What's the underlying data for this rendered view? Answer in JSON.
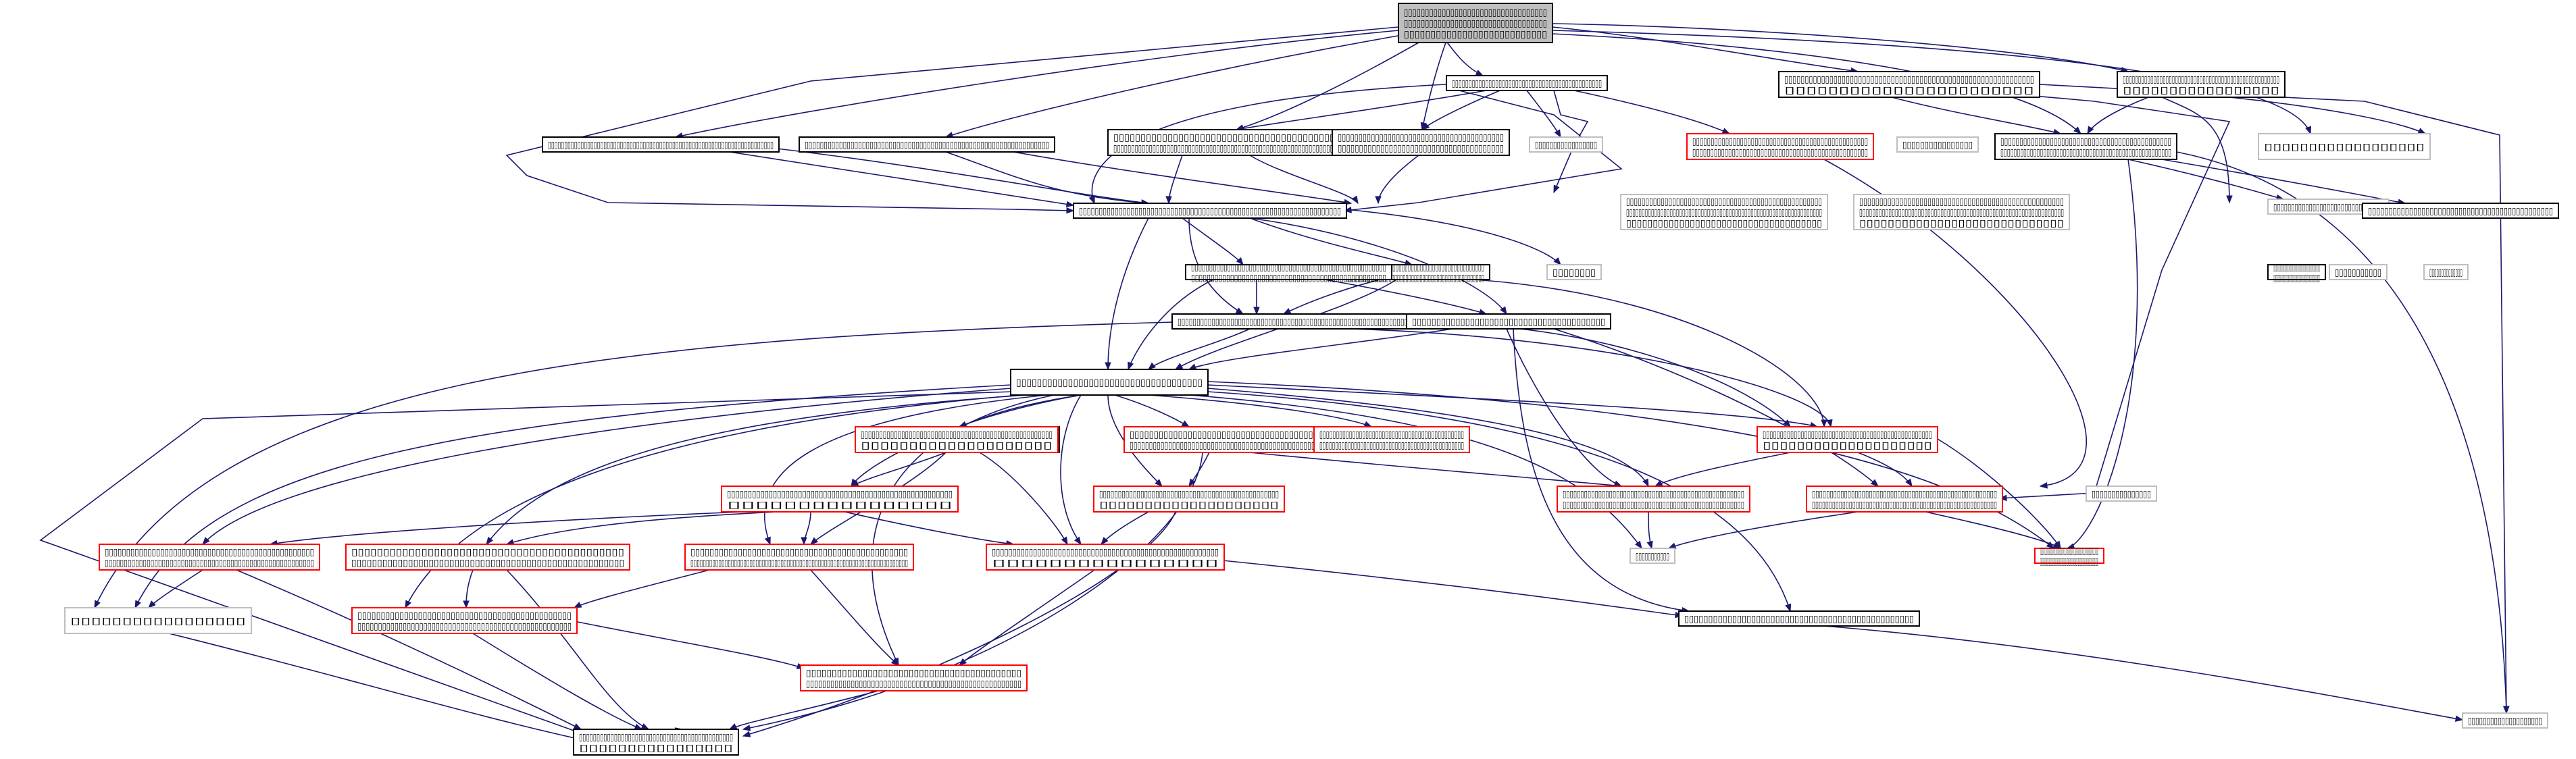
{
  "colors": {
    "edge": "#191970",
    "node_black": "#000000",
    "node_red": "#ff0000",
    "node_gray": "#bfbfbf",
    "root_fill": "#bfbfbf"
  },
  "nodes": {
    "n0": {
      "style": "root",
      "lines": [
        "▯▯▯▯▯▯▯▯▯▯▯▯▯▯▯▯▯▯▯▯▯▯▯▯▯▯▯▯▯▯▯▯▯▯",
        "▯▯▯▯▯▯▯▯▯▯▯▯▯▯▯▯▯▯▯▯▯▯▯▯▯▯▯▯▯▯▯▯▯▯",
        "▯▯▯▯▯▯▯▯▯▯▯▯▯▯▯▯▯▯▯▯▯▯▯▯▯▯▯"
      ]
    },
    "n1": {
      "style": "black",
      "lines": [
        "▯▯▯▯▯▯▯▯▯▯▯▯▯▯▯▯▯▯▯▯▯▯▯▯▯▯▯▯▯▯▯▯▯▯▯▯▯▯▯▯▯▯▯▯▯"
      ]
    },
    "n2": {
      "style": "black",
      "lines": [
        "▯▯▯▯▯▯▯▯▯▯▯▯▯▯▯▯▯▯▯▯▯▯▯▯▯▯▯▯▯▯▯▯▯▯▯▯▯▯▯▯▯▯▯▯▯▯▯▯▯▯▯▯▯▯▯▯▯▯▯▯▯▯▯▯▯▯▯▯▯"
      ]
    },
    "n3": {
      "style": "black",
      "lines": [
        "▯▯▯▯▯▯▯▯▯▯▯▯▯▯▯▯▯▯▯▯▯▯▯▯▯▯▯▯▯▯▯▯▯▯▯▯▯▯▯▯▯▯▯▯▯▯▯▯▯▯▯▯▯▯▯▯▯▯▯▯▯▯▯▯"
      ]
    },
    "n4": {
      "style": "black",
      "lines": [
        "▯▯▯▯▯▯▯▯▯▯▯▯▯▯▯▯▯▯▯▯▯▯▯▯▯▯▯▯▯▯▯▯▯▯▯▯▯▯▯▯▯▯▯▯",
        "▯▯▯▯▯▯▯▯▯▯▯▯▯▯▯▯▯▯▯▯▯▯▯▯▯▯▯▯▯▯▯▯▯▯▯▯▯▯▯▯▯▯▯▯▯▯▯▯▯▯▯▯▯▯▯▯▯▯▯▯▯▯▯▯▯▯▯"
      ]
    },
    "n5": {
      "style": "black",
      "lines": [
        "▯▯▯▯▯▯▯▯▯▯▯▯▯▯▯▯▯▯▯▯▯▯▯▯▯▯▯▯▯▯▯▯▯▯▯▯▯▯▯▯",
        "▯▯▯▯▯▯▯▯▯▯▯▯▯▯▯▯▯▯▯▯▯▯▯▯▯▯▯▯▯▯▯▯▯▯▯▯▯▯▯"
      ]
    },
    "n6": {
      "style": "gray",
      "lines": [
        "▯▯▯▯▯▯▯▯▯▯▯▯▯▯▯▯▯"
      ]
    },
    "n7": {
      "style": "black",
      "lines": [
        "▯▯▯▯▯▯▯▯▯▯▯▯▯▯▯▯▯▯▯▯▯▯▯▯▯▯▯▯▯▯▯▯▯▯▯▯▯▯▯▯▯▯▯▯▯▯▯▯▯▯▯▯▯▯▯▯▯▯▯▯▯",
        "▯▯▯▯▯▯▯▯▯▯▯▯▯▯▯▯▯▯▯▯▯▯▯"
      ]
    },
    "n8": {
      "style": "black",
      "lines": [
        "▯▯▯▯▯▯▯▯▯▯▯▯▯▯▯▯▯▯▯▯▯▯▯▯▯▯▯▯▯▯▯▯▯▯▯▯▯▯▯▯▯▯▯▯▯▯▯▯▯▯▯",
        "▯▯▯▯▯▯▯▯▯▯▯▯▯▯▯▯▯"
      ]
    },
    "n9": {
      "style": "gray",
      "lines": [
        "▯▯▯▯▯▯▯▯▯▯▯▯▯▯▯▯"
      ]
    },
    "n10": {
      "style": "red",
      "lines": [
        "▯▯▯▯▯▯▯▯▯▯▯▯▯▯▯▯▯▯▯▯▯▯▯▯▯▯▯▯▯▯▯▯▯▯▯▯▯▯▯▯▯▯▯▯▯▯▯▯",
        "▯▯▯▯▯▯▯▯▯▯▯▯▯▯▯▯▯▯▯▯▯▯▯▯▯▯▯▯▯▯▯▯▯▯▯▯▯▯▯▯▯▯▯▯▯▯▯▯▯"
      ]
    },
    "n11": {
      "style": "gray",
      "lines": [
        "▯▯▯▯▯▯▯▯▯▯▯▯▯▯▯▯▯▯"
      ]
    },
    "n12": {
      "style": "black",
      "lines": [
        "▯▯▯▯▯▯▯▯▯▯▯▯▯▯▯▯▯▯▯▯▯▯▯▯▯▯▯▯▯▯▯▯▯▯▯▯▯▯▯▯▯▯▯▯▯",
        "▯▯▯▯▯▯▯▯▯▯▯▯▯▯▯▯▯▯▯▯▯▯▯▯▯▯▯▯▯▯▯▯▯▯▯▯▯▯▯▯▯▯▯▯▯▯▯▯▯▯▯▯"
      ]
    },
    "n13": {
      "style": "black",
      "lines": [
        "▯▯▯▯▯▯▯▯▯▯▯▯▯▯▯▯▯▯▯▯▯▯▯▯▯▯▯▯▯▯▯▯▯▯▯▯▯▯▯▯▯▯▯▯▯",
        "▯▯▯▯▯▯▯▯▯▯▯▯▯▯▯▯▯▯▯▯▯▯▯▯▯▯▯▯▯▯▯▯▯▯▯▯▯▯▯▯▯▯▯▯▯▯▯▯▯"
      ]
    },
    "n14": {
      "style": "black",
      "lines": [
        "▯▯▯▯▯▯▯▯▯▯▯▯▯▯▯▯▯▯▯▯▯▯▯▯▯▯▯▯▯▯▯▯▯▯▯▯▯▯▯▯▯▯▯▯▯▯▯▯▯▯▯▯▯▯",
        "▯▯▯▯▯▯▯▯▯▯▯▯▯▯▯▯▯▯▯▯▯▯▯▯▯▯▯▯▯▯▯▯▯▯▯▯▯▯▯▯▯▯▯▯▯▯▯▯▯▯"
      ]
    },
    "n15": {
      "style": "black",
      "lines": [
        "▯▯▯▯▯▯▯▯▯▯▯▯▯▯▯▯▯▯▯▯▯▯▯▯▯▯▯▯▯▯▯▯▯▯▯▯▯▯▯▯▯▯▯▯▯▯▯▯▯▯▯▯▯▯▯▯▯▯▯▯▯▯▯▯▯▯"
      ]
    },
    "n16": {
      "style": "gray",
      "lines": [
        "▯▯▯▯▯▯▯▯▯▯▯▯▯▯▯▯▯▯▯▯▯▯▯▯▯▯▯▯▯▯▯▯▯▯▯▯▯▯▯▯▯▯▯▯▯▯▯▯▯▯▯",
        "▯▯▯▯▯▯▯▯▯▯▯▯▯▯▯▯▯▯▯▯▯▯▯▯▯▯▯▯▯▯▯▯▯▯▯▯▯▯▯▯▯▯▯▯▯▯▯▯▯▯▯▯▯▯▯▯▯▯▯▯▯▯▯",
        "▯▯▯▯▯▯▯▯▯▯▯▯▯▯▯▯▯▯▯▯▯▯▯▯▯▯▯▯▯▯▯▯▯▯▯▯▯"
      ]
    },
    "n17": {
      "style": "gray",
      "lines": [
        "▯▯▯▯▯▯▯▯▯▯▯▯▯▯▯▯▯▯▯▯▯▯▯▯▯▯▯▯▯▯▯▯▯▯▯▯▯▯▯▯▯▯▯▯▯▯▯▯▯▯▯",
        "▯▯▯▯▯▯▯▯▯▯▯▯▯▯▯▯▯▯▯▯▯▯▯▯▯▯▯▯▯▯▯▯▯▯▯▯▯▯▯▯▯▯▯▯▯▯▯▯▯▯▯▯▯▯▯▯▯▯▯▯▯▯▯",
        "▯▯▯▯▯▯▯▯▯▯▯▯▯▯▯▯▯▯▯▯▯▯▯▯▯▯▯▯▯"
      ]
    },
    "n18": {
      "style": "gray",
      "lines": [
        "▯▯▯▯▯▯▯▯▯▯▯▯▯▯▯▯▯▯▯▯▯▯▯▯▯▯▯▯▯▯▯"
      ]
    },
    "n19": {
      "style": "black",
      "lines": [
        "▯▯▯▯▯▯▯▯▯▯▯▯▯▯▯▯▯▯▯▯▯▯▯▯▯▯▯▯▯▯▯▯▯▯▯▯▯▯▯▯▯▯▯▯▯"
      ]
    },
    "n20": {
      "style": "black",
      "lines": [
        "▯▯▯▯▯▯▯▯▯▯▯▯▯▯▯▯▯▯▯▯▯▯▯▯▯▯▯▯▯▯▯▯▯▯▯▯▯▯▯▯▯▯▯▯▯▯▯▯▯▯▯▯▯▯▯▯▯▯▯▯▯▯▯▯▯▯"
      ]
    },
    "n21": {
      "style": "black",
      "lines": [
        "▯▯▯▯▯▯▯▯▯▯▯▯▯▯▯▯▯▯▯▯▯▯▯▯▯▯▯▯▯▯▯▯▯▯▯▯▯▯▯▯"
      ]
    },
    "n22": {
      "style": "black",
      "lines": [
        "▯▯▯▯▯▯▯▯▯▯▯▯▯▯▯▯▯▯▯▯▯▯▯▯▯▯▯▯▯▯▯▯▯▯▯▯"
      ]
    },
    "n23": {
      "style": "gray",
      "lines": [
        "▯▯▯▯▯▯▯▯"
      ]
    },
    "n24": {
      "style": "black",
      "lines": [
        "▯▯▯▯▯▯▯▯▯▯▯▯▯▯▯▯▯▯▯▯▯▯▯▯▯▯▯▯▯▯▯▯▯▯▯▯▯▯▯▯▯▯▯▯▯▯▯▯▯▯▯▯▯▯▯▯▯▯▯"
      ]
    },
    "n25": {
      "style": "black",
      "lines": [
        "▯▯▯▯▯▯▯▯▯▯▯▯▯▯▯▯▯▯▯▯▯▯▯▯▯▯▯▯▯▯▯▯▯▯▯▯▯▯▯▯▯▯▯▯▯▯▯▯▯▯▯▯▯▯▯"
      ]
    },
    "n26": {
      "style": "black",
      "lines": [
        "▯▯▯▯▯▯▯▯▯▯▯▯▯▯▯▯▯▯▯▯▯▯▯▯▯▯▯▯▯▯▯▯▯▯▯▯▯▯▯▯▯▯▯▯▯▯▯▯▯▯▯▯▯",
        "▯▯▯▯▯▯▯▯▯▯▯▯▯▯▯▯▯▯▯▯▯▯▯▯▯▯▯▯▯▯▯▯▯▯▯▯▯▯▯▯"
      ]
    },
    "n27": {
      "style": "red",
      "lines": [
        "▯▯▯▯▯▯▯▯▯▯▯▯▯▯▯▯▯▯▯▯▯▯▯▯▯▯▯▯▯▯▯▯▯▯▯▯▯▯▯▯▯▯▯▯▯▯▯▯▯▯▯▯",
        "▯▯▯▯▯▯▯▯▯▯▯▯▯▯▯▯▯▯▯▯"
      ]
    },
    "n28": {
      "style": "red",
      "lines": [
        "▯▯▯▯▯▯▯▯▯▯▯▯▯▯▯▯▯▯▯▯▯▯▯▯▯▯▯▯▯▯▯▯▯▯▯▯▯▯▯▯",
        "▯▯▯▯▯▯▯▯▯▯▯▯▯▯▯▯▯▯▯▯▯▯▯▯▯▯▯▯▯▯▯▯▯▯▯▯▯▯▯▯▯▯▯▯▯▯▯▯▯▯"
      ]
    },
    "n29": {
      "style": "red",
      "lines": [
        "▯▯▯▯▯▯▯▯▯▯▯▯▯▯▯▯▯▯▯▯▯▯▯▯▯▯▯▯▯▯▯▯▯▯▯▯▯▯▯▯▯▯▯▯",
        "▯▯▯▯▯▯▯▯▯▯▯▯▯▯▯▯▯▯▯▯▯▯▯▯▯▯▯▯▯▯▯▯▯▯▯▯▯▯▯▯▯▯▯▯▯▯"
      ]
    },
    "n30": {
      "style": "red",
      "lines": [
        "▯▯▯▯▯▯▯▯▯▯▯▯▯▯▯▯▯▯▯▯▯▯▯▯▯▯▯▯▯▯▯▯▯▯▯▯▯▯▯▯▯▯▯▯▯▯▯▯▯",
        "▯▯▯▯▯▯▯▯▯▯▯▯▯▯▯▯▯▯▯▯"
      ]
    },
    "n31": {
      "style": "red",
      "lines": [
        "▯▯▯▯▯▯▯▯▯▯▯▯▯▯▯▯▯▯▯▯▯▯▯▯▯▯▯▯▯▯▯▯▯▯▯▯▯▯▯▯▯▯▯▯▯▯▯▯▯▯▯▯▯▯",
        "▯▯▯▯▯▯▯▯▯▯▯▯▯▯▯▯"
      ]
    },
    "n32": {
      "style": "red",
      "lines": [
        "▯▯▯▯▯▯▯▯▯▯▯▯▯▯▯▯▯▯▯▯▯▯▯▯▯▯▯▯▯▯▯▯▯▯▯▯▯▯▯▯▯▯▯▯▯▯▯▯",
        "▯▯▯▯▯▯▯▯▯▯▯▯▯▯▯▯▯▯▯▯"
      ]
    },
    "n33": {
      "style": "red",
      "lines": [
        "▯▯▯▯▯▯▯▯▯▯▯▯▯▯▯▯▯▯▯▯▯▯▯▯▯▯▯▯▯▯▯▯▯▯▯▯▯▯▯▯▯▯▯▯▯▯▯▯▯▯▯",
        "▯▯▯▯▯▯▯▯▯▯▯▯▯▯▯▯▯▯▯▯▯▯▯▯▯▯▯▯▯▯▯▯▯▯▯▯▯▯▯▯▯▯▯▯▯▯▯▯▯▯▯"
      ]
    },
    "n34": {
      "style": "red",
      "lines": [
        "▯▯▯▯▯▯▯▯▯▯▯▯▯▯▯▯▯▯▯▯▯▯▯▯▯▯▯▯▯▯▯▯▯▯▯▯▯▯▯▯▯▯▯▯▯▯▯▯▯▯▯▯",
        "▯▯▯▯▯▯▯▯▯▯▯▯▯▯▯▯▯▯▯▯▯▯▯▯▯▯▯▯▯▯▯▯▯▯▯▯▯▯▯▯▯▯▯▯▯▯▯▯▯▯▯▯▯▯▯"
      ]
    },
    "n35": {
      "style": "gray",
      "lines": [
        "▯▯▯▯▯▯▯▯▯▯▯▯▯▯▯"
      ]
    },
    "n36": {
      "style": "gray",
      "lines": [
        "▯▯▯▯▯▯▯▯▯▯▯"
      ]
    },
    "n37": {
      "style": "gray",
      "lines": [
        "▯▯▯▯▯▯▯▯▯▯▯▯▯▯"
      ]
    },
    "n38": {
      "style": "gray",
      "lines": [
        "▯▯▯▯▯▯▯▯▯▯▯▯▯▯▯▯▯▯▯▯"
      ]
    },
    "n39": {
      "style": "red",
      "lines": [
        "▯▯▯▯▯▯▯▯▯▯▯▯▯▯▯▯▯▯▯▯▯▯▯▯▯▯▯▯▯▯▯▯▯▯▯▯▯▯▯▯▯▯▯▯▯▯▯▯▯",
        "▯▯▯▯▯▯▯▯▯▯▯▯▯▯▯▯▯▯▯▯▯▯▯▯▯▯▯▯▯▯▯▯▯▯▯▯▯▯▯▯▯▯▯▯▯▯▯▯▯▯▯▯▯▯▯"
      ]
    },
    "n40": {
      "style": "red",
      "lines": [
        "▯▯▯▯▯▯▯▯▯▯▯▯▯▯▯▯▯▯▯▯▯▯▯▯▯▯▯▯▯▯▯▯▯▯▯▯▯▯▯▯▯▯▯",
        "▯▯▯▯▯▯▯▯▯▯▯▯▯▯▯▯▯▯▯▯▯▯▯▯▯▯▯▯▯▯▯▯▯▯▯▯▯▯▯▯▯▯▯▯▯▯▯▯▯▯▯▯▯"
      ]
    },
    "n41": {
      "style": "gray",
      "lines": [
        "▯▯▯▯▯▯▯▯▯▯▯"
      ]
    },
    "n42": {
      "style": "red",
      "lines": [
        "▯▯▯▯▯▯▯▯▯▯▯▯▯▯▯▯▯▯▯▯▯▯▯▯▯▯▯▯▯▯▯▯▯▯▯▯▯▯▯▯▯▯▯▯▯▯",
        "▯▯▯▯▯▯▯▯▯▯▯▯▯▯▯▯▯▯▯▯▯▯▯▯▯▯▯▯▯▯▯▯▯▯▯▯▯▯▯▯▯▯▯▯▯▯▯▯▯▯▯▯▯▯▯▯▯▯▯▯▯▯▯▯▯▯▯▯▯▯"
      ]
    },
    "n43": {
      "style": "red",
      "lines": [
        "▯▯▯▯▯▯▯▯▯▯▯▯▯▯▯▯▯▯▯▯▯▯▯▯▯▯▯▯▯▯▯▯▯▯▯▯▯▯▯▯▯▯▯▯▯▯▯▯▯▯▯▯▯▯▯",
        "▯▯▯▯▯▯▯▯▯▯▯▯▯▯▯▯"
      ]
    },
    "n44": {
      "style": "red",
      "lines": [
        "▯▯▯▯▯▯▯▯▯▯▯▯▯▯▯▯▯▯▯▯▯▯▯▯▯▯▯▯▯▯▯▯▯▯▯▯▯▯▯▯▯▯",
        "▯▯▯▯▯▯▯▯▯▯▯▯▯▯▯▯▯▯▯▯▯▯▯▯▯▯▯▯▯▯▯▯▯▯▯▯▯▯▯▯▯▯▯▯▯▯▯▯▯▯▯▯▯"
      ]
    },
    "n45": {
      "style": "red",
      "lines": [
        "▯▯▯▯▯▯▯▯▯▯▯▯▯▯▯▯▯▯▯▯▯▯▯▯▯▯▯▯▯▯▯▯▯▯▯▯▯▯▯▯",
        "▯▯▯▯▯▯▯▯▯▯▯▯▯▯▯▯▯▯▯▯▯▯▯▯▯▯▯▯▯▯▯▯▯▯▯▯▯▯▯▯▯▯▯▯▯▯▯▯▯▯▯▯▯▯"
      ]
    },
    "n46": {
      "style": "black",
      "lines": [
        "▯▯▯▯▯▯▯▯▯▯▯▯▯▯▯▯▯▯▯▯▯▯▯▯▯▯▯▯▯▯▯▯▯▯▯▯▯▯▯▯▯▯▯▯▯▯▯▯"
      ]
    },
    "n47": {
      "style": "gray",
      "lines": [
        "▯▯▯▯▯▯▯▯▯▯▯▯▯▯▯▯▯"
      ]
    },
    "n48": {
      "style": "red",
      "lines": [
        "▯▯▯▯▯▯▯▯▯▯▯▯▯▯▯▯▯▯▯▯▯▯▯▯▯▯▯▯▯▯▯▯▯▯▯▯▯▯▯▯▯▯▯▯▯▯",
        "▯▯▯▯▯▯▯▯▯▯▯▯▯▯▯▯▯▯▯▯▯▯▯▯▯▯▯▯▯▯▯▯▯▯▯▯▯▯▯▯▯▯▯▯▯▯▯▯▯▯▯▯"
      ]
    },
    "n49": {
      "style": "black",
      "lines": [
        "▯▯▯▯▯▯▯▯▯▯▯▯▯▯▯▯▯▯▯▯▯▯▯▯▯▯▯▯▯▯▯▯▯▯▯▯▯▯▯▯▯▯▯▯",
        "▯▯▯▯▯▯▯▯▯▯▯▯▯▯▯▯"
      ]
    }
  }
}
